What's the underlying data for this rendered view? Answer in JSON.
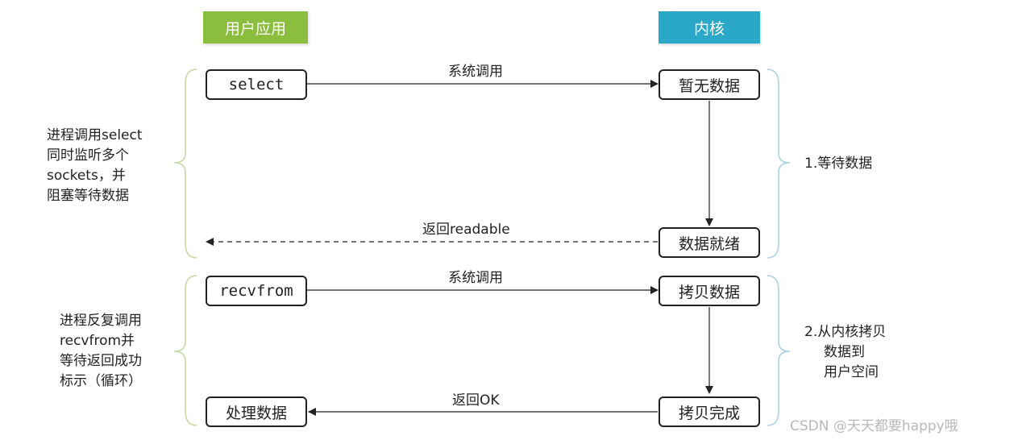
{
  "headers": {
    "user_app": "用户应用",
    "kernel": "内核"
  },
  "colors": {
    "user_header": "#8bbd3e",
    "kernel_header": "#2ba7c8",
    "left_brace": "#c8d8a4",
    "right_brace": "#a9d3de"
  },
  "phase1": {
    "user_box": "select",
    "kernel_top": "暂无数据",
    "kernel_bottom": "数据就绪",
    "call_label": "系统调用",
    "return_label": "返回readable",
    "left_note": [
      "进程调用select",
      "同时监听多个",
      "sockets，并",
      "阻塞等待数据"
    ],
    "right_note": [
      "1.等待数据"
    ]
  },
  "phase2": {
    "user_box": "recvfrom",
    "user_bottom": "处理数据",
    "kernel_top": "拷贝数据",
    "kernel_bottom": "拷贝完成",
    "call_label": "系统调用",
    "return_label": "返回OK",
    "left_note": [
      "进程反复调用",
      "recvfrom并",
      "等待返回成功",
      "标示（循环）"
    ],
    "right_note": [
      "2.从内核拷贝",
      "数据到",
      "用户空间"
    ]
  },
  "watermark": "CSDN @天天都要happy哦"
}
